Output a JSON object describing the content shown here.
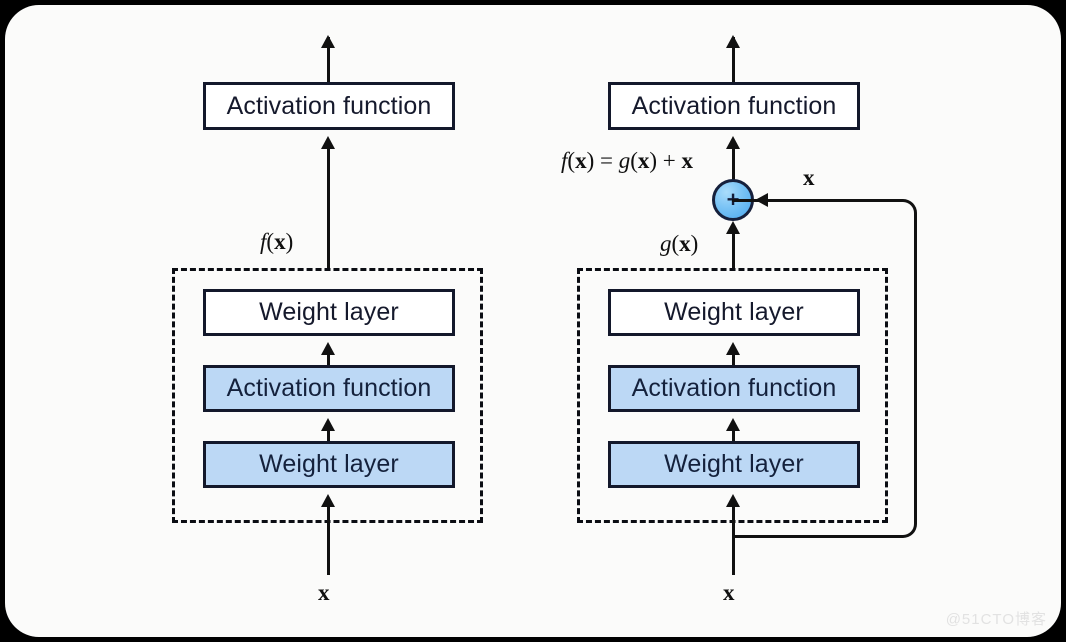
{
  "figure": {
    "title": "Plain block vs. residual block diagram",
    "watermark": "@51CTO博客",
    "colors": {
      "card_background": "#fbfbfa",
      "page_background": "#000000",
      "stroke": "#111111",
      "box_fill_highlight": "#bcd8f5",
      "box_fill_plain": "#ffffff",
      "sum_node_fill": "#79c3f5",
      "sum_node_border": "#16203c",
      "text": "#15192c"
    }
  },
  "left_block": {
    "name": "plain-block",
    "output_box_label": "Activation function",
    "signal_label_html": "<i>f</i>(<b>x</b>)",
    "inner": {
      "boxes": [
        {
          "label": "Weight layer",
          "filled": false
        },
        {
          "label": "Activation function",
          "filled": true
        },
        {
          "label": "Weight layer",
          "filled": true
        }
      ]
    },
    "input_label_html": "<b>x</b>"
  },
  "right_block": {
    "name": "residual-block",
    "output_box_label": "Activation function",
    "equation_html": "<i>f</i>(<b>x</b>) = <i>g</i>(<b>x</b>) + <b>x</b>",
    "branch_label_html": "<i>g</i>(<b>x</b>)",
    "skip_label_html": "<b>x</b>",
    "sum_symbol": "+",
    "inner": {
      "boxes": [
        {
          "label": "Weight layer",
          "filled": false
        },
        {
          "label": "Activation function",
          "filled": true
        },
        {
          "label": "Weight layer",
          "filled": true
        }
      ]
    },
    "input_label_html": "<b>x</b>"
  }
}
